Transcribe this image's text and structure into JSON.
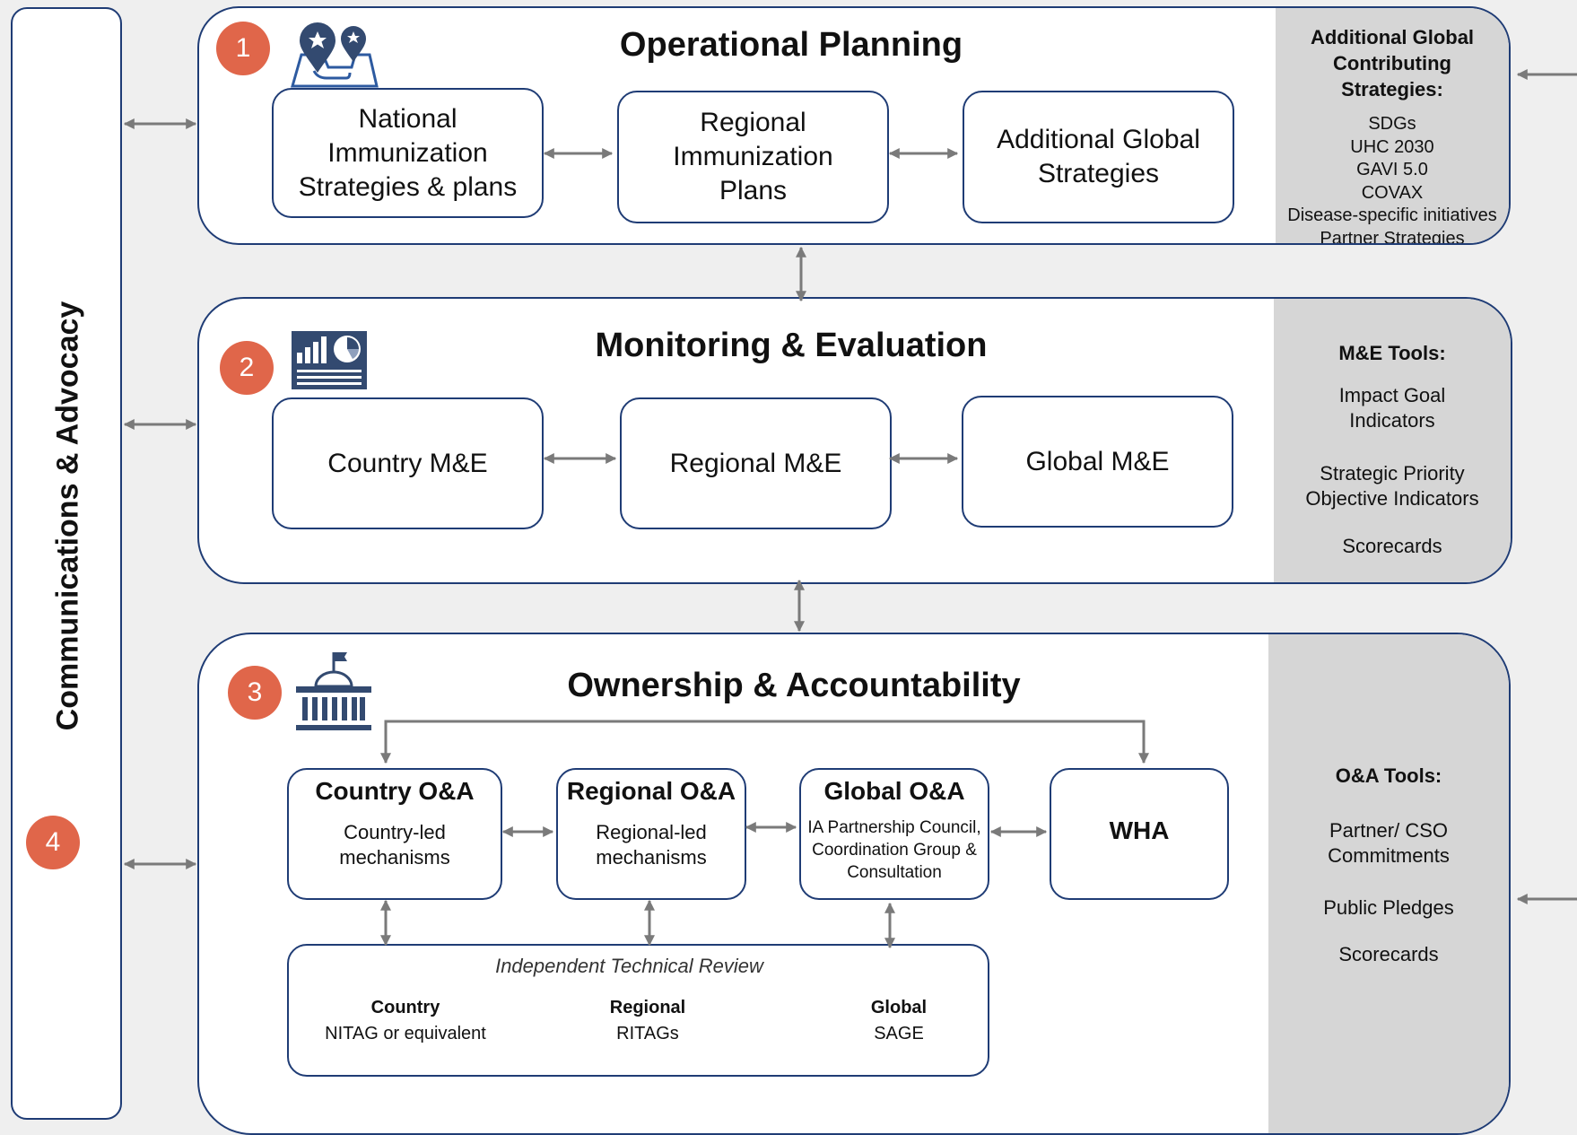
{
  "side_bar": {
    "label": "Communications & Advocacy",
    "number": "4"
  },
  "panels": {
    "operational": {
      "number": "1",
      "title": "Operational Planning",
      "boxes": [
        {
          "lines": [
            "National",
            "Immunization",
            "Strategies & plans"
          ]
        },
        {
          "lines": [
            "Regional",
            "Immunization",
            "Plans"
          ]
        },
        {
          "lines": [
            "Additional Global",
            "Strategies"
          ]
        }
      ],
      "side": {
        "heading": [
          "Additional Global",
          "Contributing",
          "Strategies:"
        ],
        "items": [
          "SDGs",
          "UHC 2030",
          "GAVI 5.0",
          "COVAX",
          "Disease-specific initiatives",
          "Partner Strategies"
        ]
      }
    },
    "monitoring": {
      "number": "2",
      "title": "Monitoring & Evaluation",
      "boxes": [
        "Country M&E",
        "Regional M&E",
        "Global M&E"
      ],
      "side": {
        "heading": "M&E Tools:",
        "items": [
          [
            "Impact Goal",
            "Indicators"
          ],
          [
            "Strategic Priority",
            "Objective Indicators"
          ],
          [
            "Scorecards"
          ]
        ]
      }
    },
    "ownership": {
      "number": "3",
      "title": "Ownership & Accountability",
      "boxes": [
        {
          "title": "Country O&A",
          "lines": [
            "Country-led",
            "mechanisms"
          ]
        },
        {
          "title": "Regional O&A",
          "lines": [
            "Regional-led",
            "mechanisms"
          ]
        },
        {
          "title": "Global O&A",
          "lines": [
            "IA Partnership Council,",
            "Coordination Group &",
            "Consultation"
          ]
        },
        {
          "title": "WHA",
          "lines": []
        }
      ],
      "review": {
        "title": "Independent Technical Review",
        "columns": [
          {
            "head": "Country",
            "text": "NITAG or equivalent"
          },
          {
            "head": "Regional",
            "text": "RITAGs"
          },
          {
            "head": "Global",
            "text": "SAGE"
          }
        ]
      },
      "side": {
        "heading": "O&A Tools:",
        "items": [
          [
            "Partner/ CSO",
            "Commitments"
          ],
          [
            "Public Pledges"
          ],
          [
            "Scorecards"
          ]
        ]
      }
    }
  },
  "icons": [
    "map-pin-icon",
    "chart-report-icon",
    "government-building-icon"
  ],
  "colors": {
    "border": "#1f3c75",
    "badge": "#e0664a",
    "side_panel": "#d6d6d6",
    "arrow": "#7a7a7a",
    "icon": "#334a70"
  }
}
